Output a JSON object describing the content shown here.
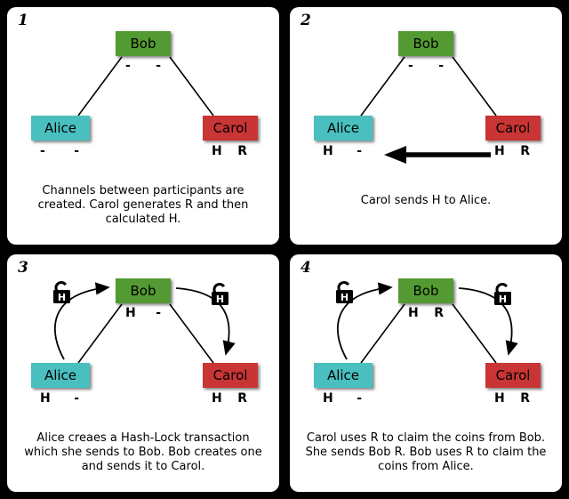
{
  "panels": [
    {
      "number": "1",
      "caption": "Channels between participants are created. Carol generates R and then calculated H.",
      "nodes": {
        "bob": {
          "label": "Bob",
          "status": [
            "-",
            "-"
          ]
        },
        "alice": {
          "label": "Alice",
          "status": [
            "-",
            "-"
          ]
        },
        "carol": {
          "label": "Carol",
          "status": [
            "H",
            "R"
          ]
        }
      }
    },
    {
      "number": "2",
      "caption": "Carol sends H to Alice.",
      "nodes": {
        "bob": {
          "label": "Bob",
          "status": [
            "-",
            "-"
          ]
        },
        "alice": {
          "label": "Alice",
          "status": [
            "H",
            "-"
          ]
        },
        "carol": {
          "label": "Carol",
          "status": [
            "H",
            "R"
          ]
        }
      }
    },
    {
      "number": "3",
      "caption": "Alice creaes a Hash-Lock transaction which she sends to Bob. Bob creates one and sends it to Carol.",
      "lock_label": "H",
      "nodes": {
        "bob": {
          "label": "Bob",
          "status": [
            "H",
            "-"
          ]
        },
        "alice": {
          "label": "Alice",
          "status": [
            "H",
            "-"
          ]
        },
        "carol": {
          "label": "Carol",
          "status": [
            "H",
            "R"
          ]
        }
      }
    },
    {
      "number": "4",
      "caption": "Carol uses R to claim the coins from Bob. She sends Bob R. Bob uses R to claim the coins from Alice.",
      "lock_label": "H",
      "nodes": {
        "bob": {
          "label": "Bob",
          "status": [
            "H",
            "R"
          ]
        },
        "alice": {
          "label": "Alice",
          "status": [
            "H",
            "-"
          ]
        },
        "carol": {
          "label": "Carol",
          "status": [
            "H",
            "R"
          ]
        }
      }
    }
  ],
  "colors": {
    "background": "#000000",
    "panel": "#ffffff",
    "bob_box": "#539a32",
    "alice_box": "#4abfbf",
    "carol_box": "#c93434",
    "lock_body": "#000000",
    "lock_text": "#ffffff"
  }
}
